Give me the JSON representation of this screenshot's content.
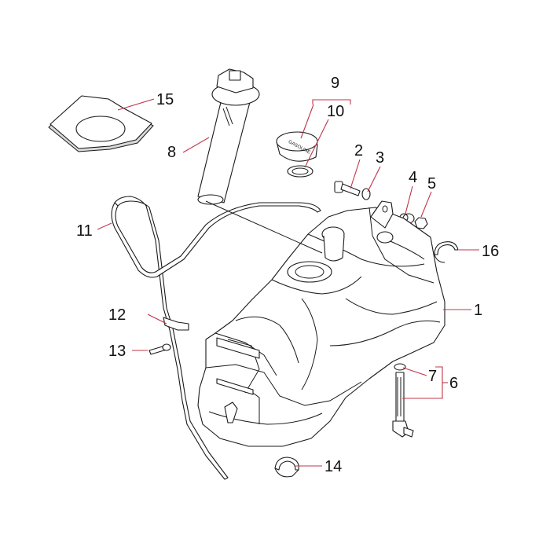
{
  "figure": {
    "background": "#ffffff",
    "leader_color": "#c0344a",
    "line_color": "#1a1a1a"
  },
  "labels": {
    "p1": "1",
    "p2": "2",
    "p3": "3",
    "p4": "4",
    "p5": "5",
    "p6": "6",
    "p7": "7",
    "p8": "8",
    "p9": "9",
    "p10": "10",
    "p11": "11",
    "p12": "12",
    "p13": "13",
    "p14": "14",
    "p15": "15",
    "p16": "16"
  },
  "cap_text": "GASOLINE"
}
